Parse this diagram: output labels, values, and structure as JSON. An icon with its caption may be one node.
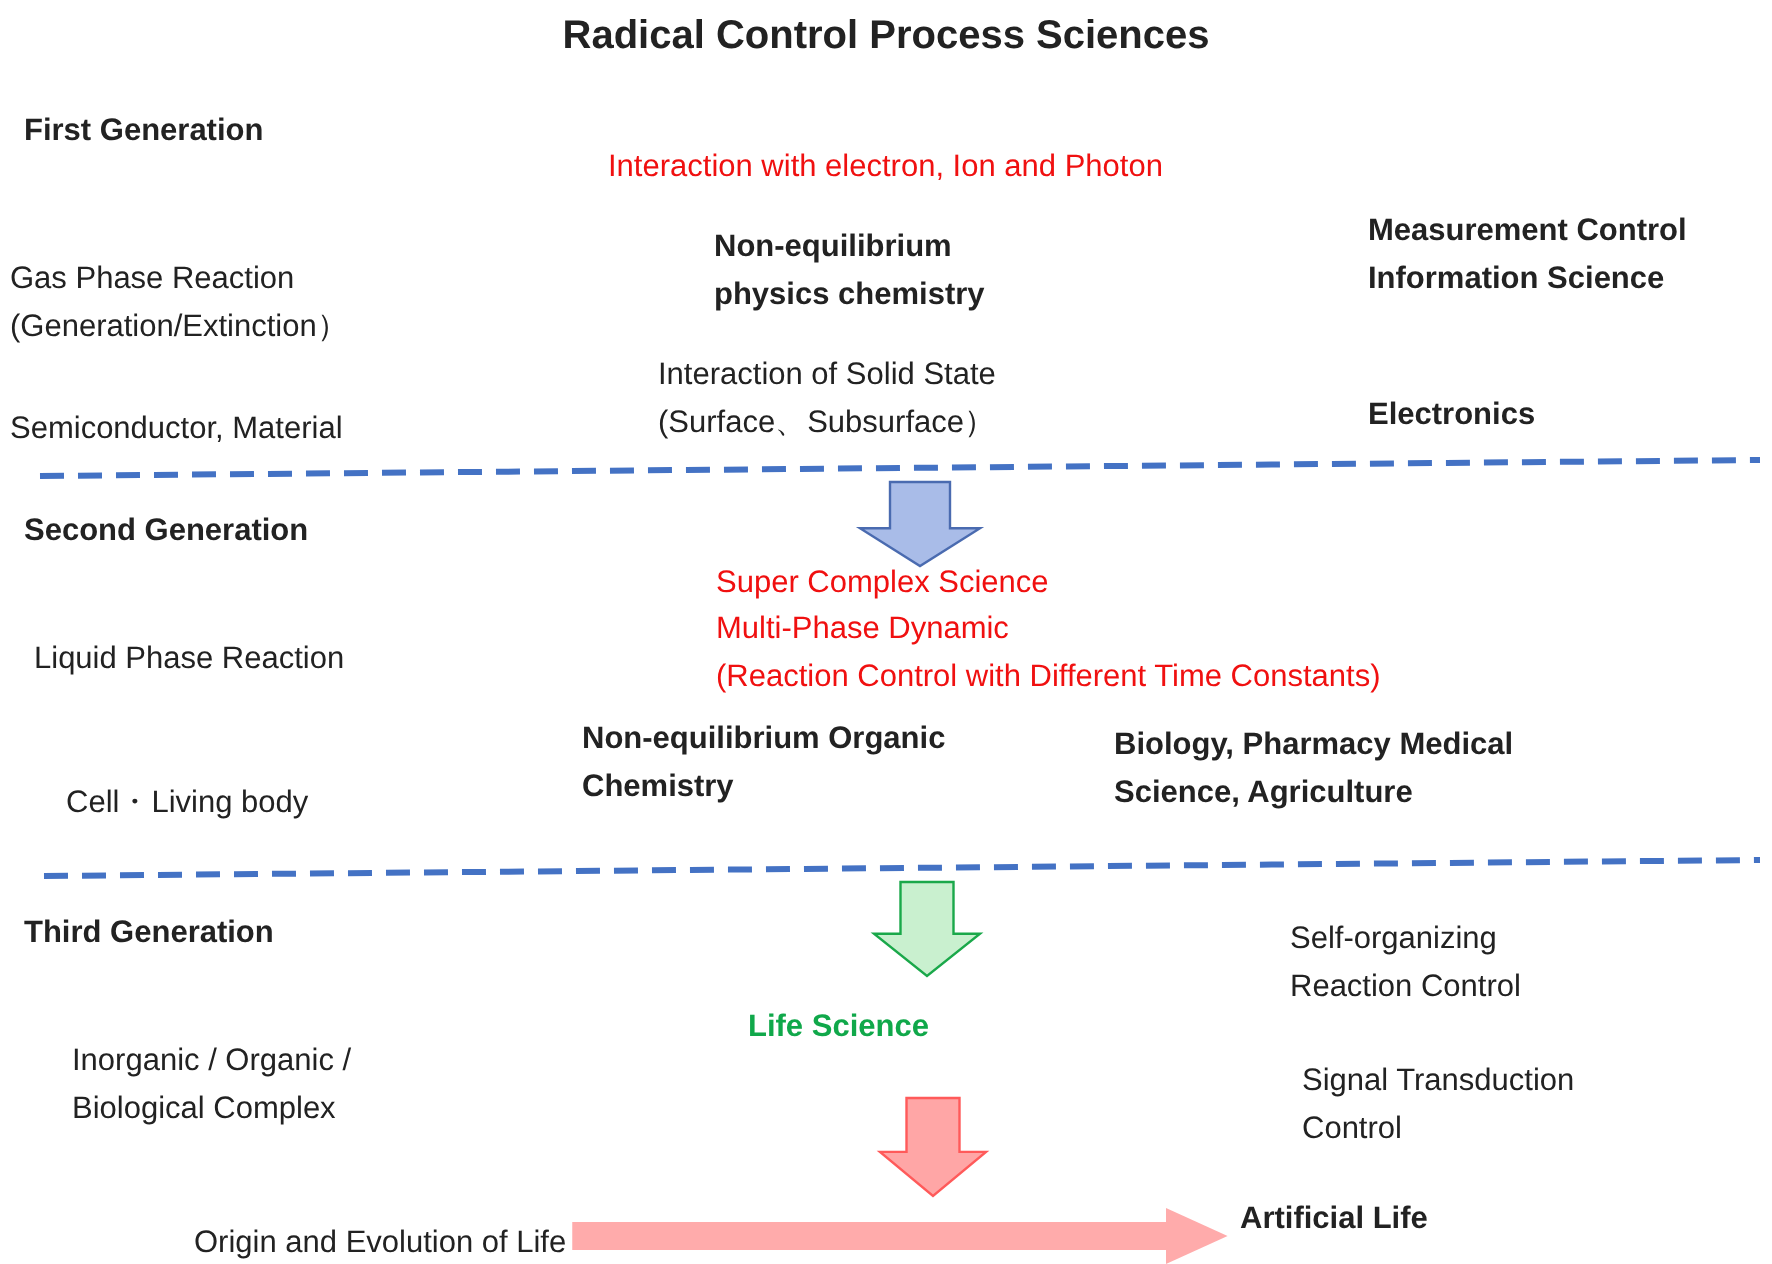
{
  "diagram": {
    "title": "Radical Control Process Sciences",
    "nodes": [
      {
        "text": [
          "Origin and Evolution of Life"
        ]
      },
      {
        "text": [
          "Artificial Life"
        ]
      }
    ],
    "edges": [
      {
        "from": 0,
        "to": 1,
        "arrow": "to"
      }
    ],
    "labels": [
      "First Generation",
      "Interaction with electron, Ion and Photon",
      "Measurement  Control Information Science",
      "Gas Phase Reaction (Generation/Extinction）",
      "Non-equilibrium physics chemistry",
      "Interaction of Solid State (Surface、Subsurface）",
      "Semiconductor, Material",
      "Electronics",
      "Second Generation",
      "Super Complex Science",
      "Multi-Phase Dynamic",
      "(Reaction Control with Different Time Constants)",
      "Liquid Phase Reaction",
      "Non-equilibrium Organic Chemistry",
      "Biology, Pharmacy Medical Science, Agriculture",
      "Cell・Living body",
      "Third Generation",
      "Self-organizing Reaction Control",
      "Life Science",
      "Inorganic / Organic / Biological Complex",
      "Signal Transduction Control"
    ]
  }
}
